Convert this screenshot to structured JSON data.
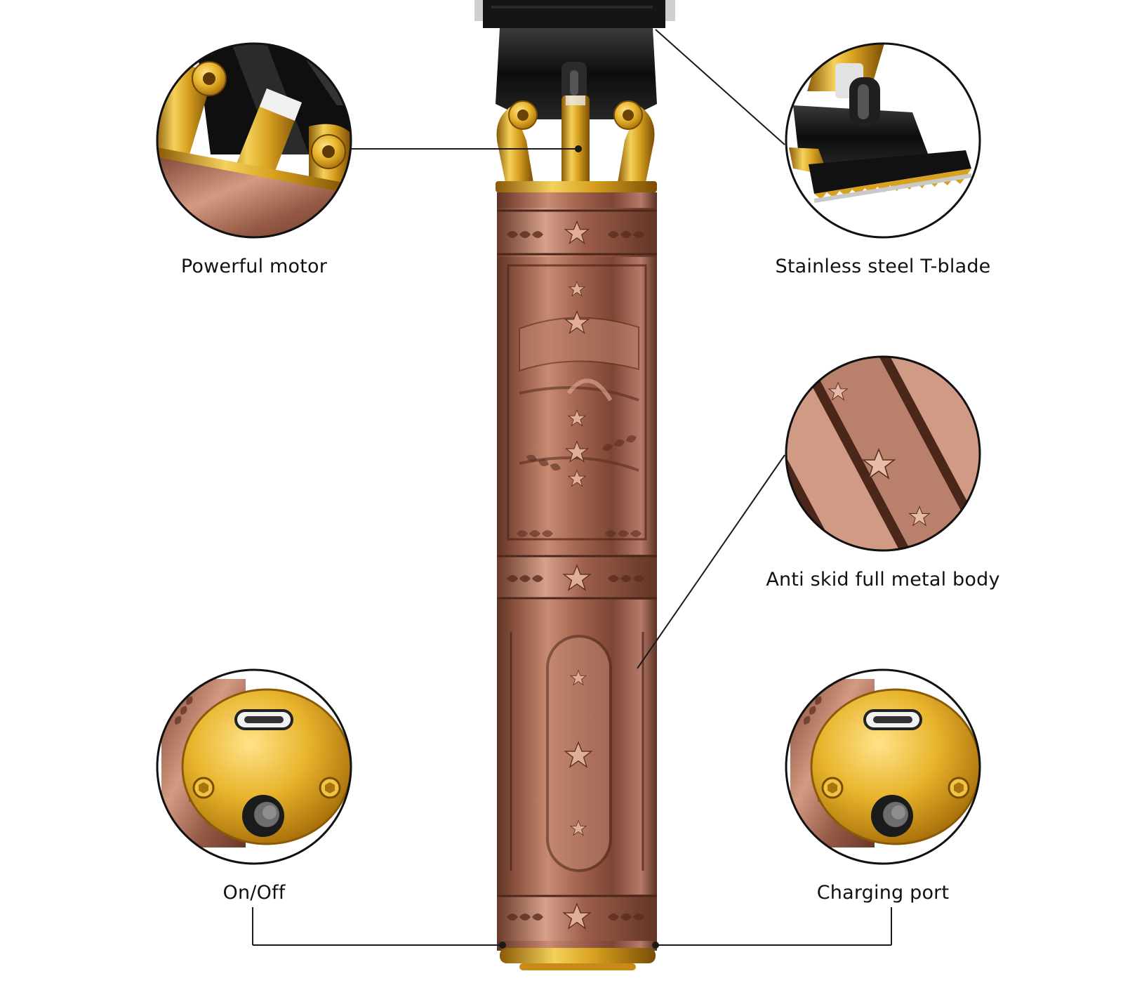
{
  "features": {
    "motor": "Powerful motor",
    "blade": "Stainless steel T-blade",
    "body": "Anti skid full metal body",
    "switch": "On/Off",
    "port": "Charging port"
  },
  "colors": {
    "copper": "#a8664c",
    "copper_dark": "#6e3f2e",
    "copper_light": "#d59b83",
    "gold": "#d9a21e",
    "black": "#111111"
  }
}
